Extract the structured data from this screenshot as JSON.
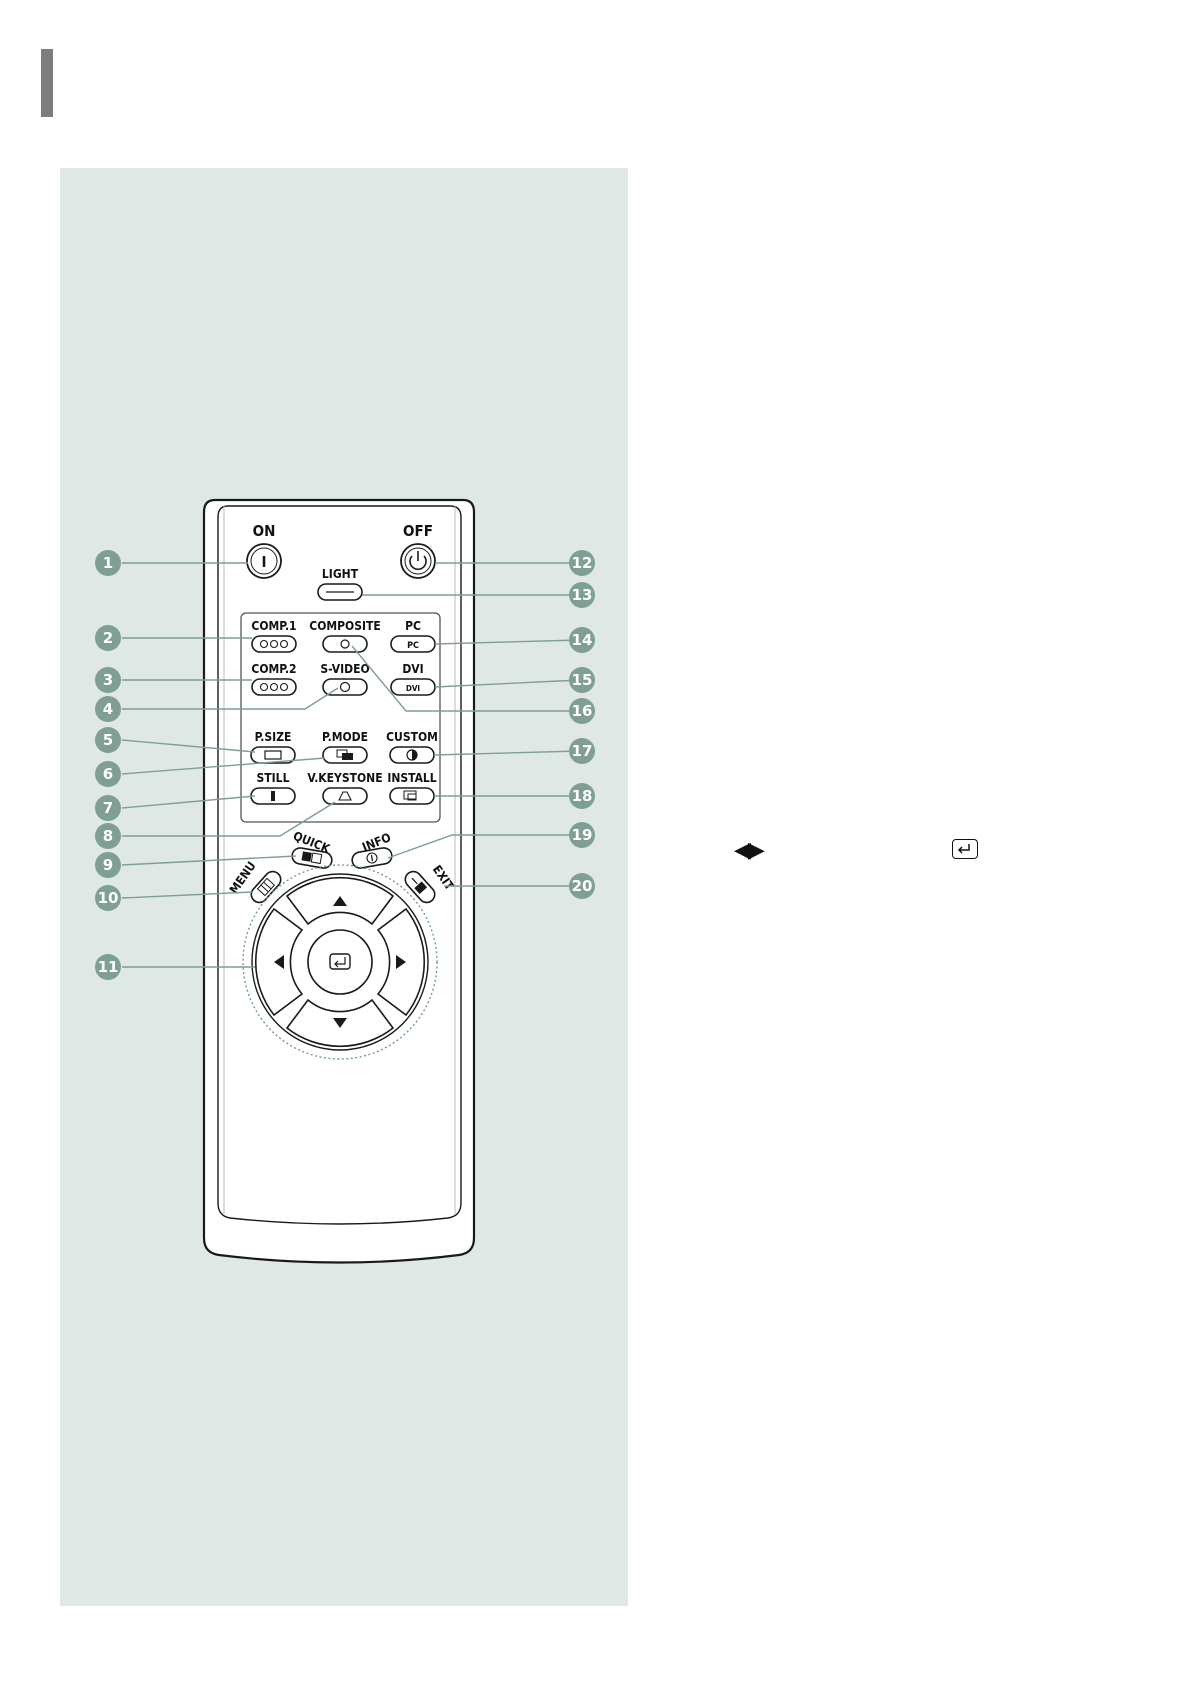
{
  "remote": {
    "button_labels": {
      "on": "ON",
      "off": "OFF",
      "light": "LIGHT",
      "comp1": "COMP.1",
      "composite": "COMPOSITE",
      "pc": "PC",
      "comp2": "COMP.2",
      "svideo": "S-VIDEO",
      "dvi": "DVI",
      "psize": "P.SIZE",
      "pmode": "P.MODE",
      "custom": "CUSTOM",
      "still": "STILL",
      "vkeystone": "V.KEYSTONE",
      "install": "INSTALL",
      "quick": "QUICK",
      "info": "INFO",
      "menu": "MENU",
      "exit": "EXIT"
    },
    "button_glyphs": {
      "on": "I",
      "pc": "PC",
      "dvi": "DVI"
    },
    "callouts": [
      "1",
      "2",
      "3",
      "4",
      "5",
      "6",
      "7",
      "8",
      "9",
      "10",
      "11",
      "12",
      "13",
      "14",
      "15",
      "16",
      "17",
      "18",
      "19",
      "20"
    ]
  },
  "note": {
    "arrows": "◀▶"
  },
  "colors": {
    "panel": "#dfe8e5",
    "callout": "#7f9e94",
    "header_bar": "#7d7d7d"
  }
}
